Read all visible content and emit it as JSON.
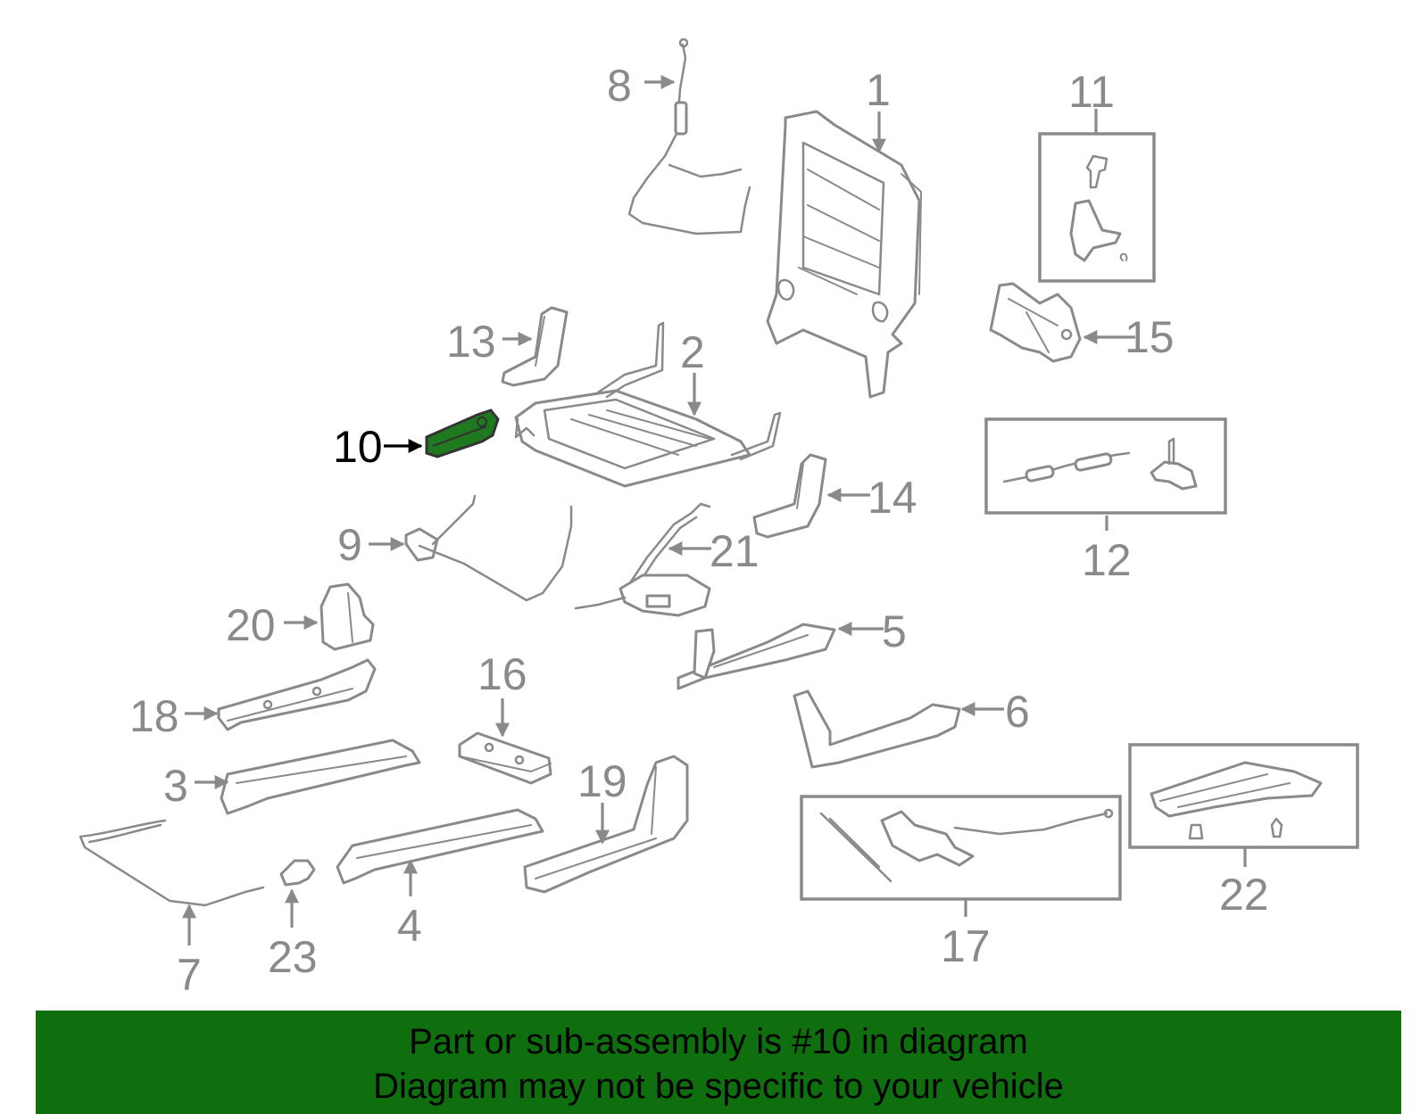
{
  "diagram": {
    "highlighted_part": "10",
    "highlight_color": "#1f7a1f",
    "line_color": "#8a8a8a",
    "labels": [
      "1",
      "2",
      "3",
      "4",
      "5",
      "6",
      "7",
      "8",
      "9",
      "10",
      "11",
      "12",
      "13",
      "14",
      "15",
      "16",
      "17",
      "18",
      "19",
      "20",
      "21",
      "22",
      "23"
    ]
  },
  "banner": {
    "line1": "Part or sub-assembly is #10 in diagram",
    "line2": "Diagram may not be specific to your vehicle",
    "background": "#0f6f0f"
  }
}
